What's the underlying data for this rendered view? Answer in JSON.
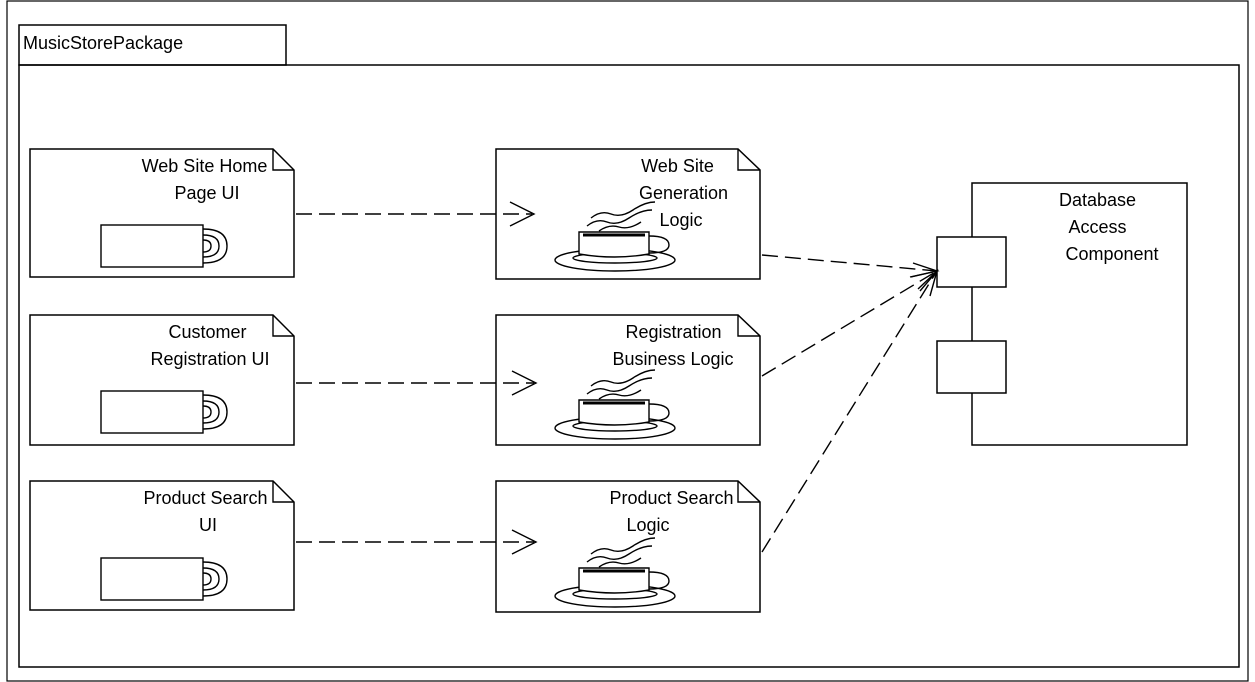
{
  "package": {
    "name": "MusicStorePackage"
  },
  "ui_components": [
    {
      "id": "ui-home",
      "lines": [
        "Web Site Home",
        "Page UI"
      ],
      "icon": "interface-icon"
    },
    {
      "id": "ui-registration",
      "lines": [
        "Customer",
        "Registration UI"
      ],
      "icon": "interface-icon"
    },
    {
      "id": "ui-search",
      "lines": [
        "Product Search",
        "UI"
      ],
      "icon": "interface-icon"
    }
  ],
  "logic_components": [
    {
      "id": "logic-generation",
      "lines": [
        "Web Site",
        "Generation",
        "Logic"
      ],
      "icon": "coffee-cup-icon"
    },
    {
      "id": "logic-registration",
      "lines": [
        "Registration",
        "Business Logic"
      ],
      "icon": "coffee-cup-icon"
    },
    {
      "id": "logic-search",
      "lines": [
        "Product Search",
        "Logic"
      ],
      "icon": "coffee-cup-icon"
    }
  ],
  "database_component": {
    "lines": [
      "Database",
      "Access",
      "Component"
    ]
  },
  "dependencies": [
    {
      "from": "ui-home",
      "to": "logic-generation"
    },
    {
      "from": "ui-registration",
      "to": "logic-registration"
    },
    {
      "from": "ui-search",
      "to": "logic-search"
    },
    {
      "from": "logic-generation",
      "to": "database_component"
    },
    {
      "from": "logic-registration",
      "to": "database_component"
    },
    {
      "from": "logic-search",
      "to": "database_component"
    }
  ]
}
